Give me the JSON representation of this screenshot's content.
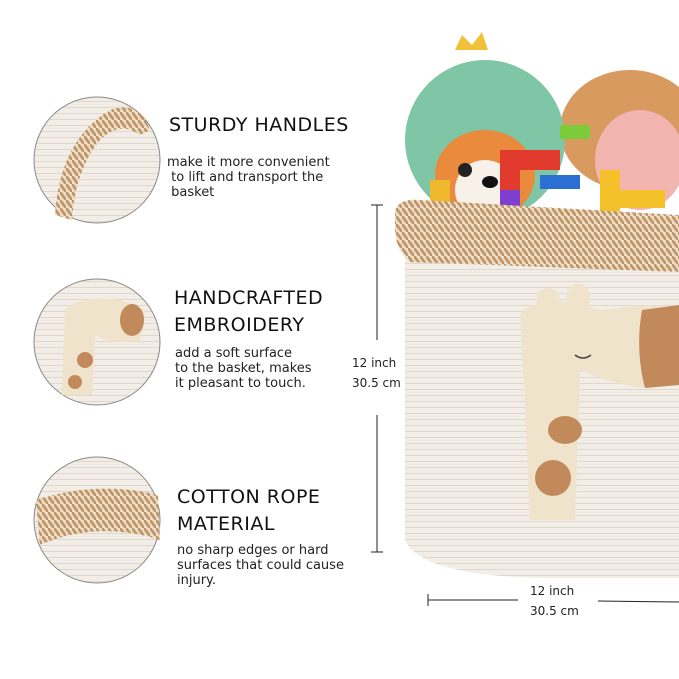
{
  "features": [
    {
      "title": "STURDY HANDLES",
      "desc": "make it more convenient\n to lift and transport the\n basket"
    },
    {
      "title": "HANDCRAFTED\nEMBROIDERY",
      "title_line1": "HANDCRAFTED",
      "title_line2": "EMBROIDERY",
      "desc": "add a soft surface\nto the basket, makes\nit pleasant to touch."
    },
    {
      "title_line1": "COTTON ROPE",
      "title_line2": "MATERIAL",
      "desc": "no sharp edges or hard\nsurfaces that could cause\ninjury."
    }
  ],
  "dimensions": {
    "height": {
      "inch": "12 inch",
      "cm": "30.5 cm"
    },
    "width": {
      "inch": "12 inch",
      "cm": "30.5 cm"
    }
  },
  "colors": {
    "rope_white": "#f3efe8",
    "rope_tan": "#c99a66",
    "giraffe": "#efe3cc",
    "spot": "#c28a5b"
  }
}
